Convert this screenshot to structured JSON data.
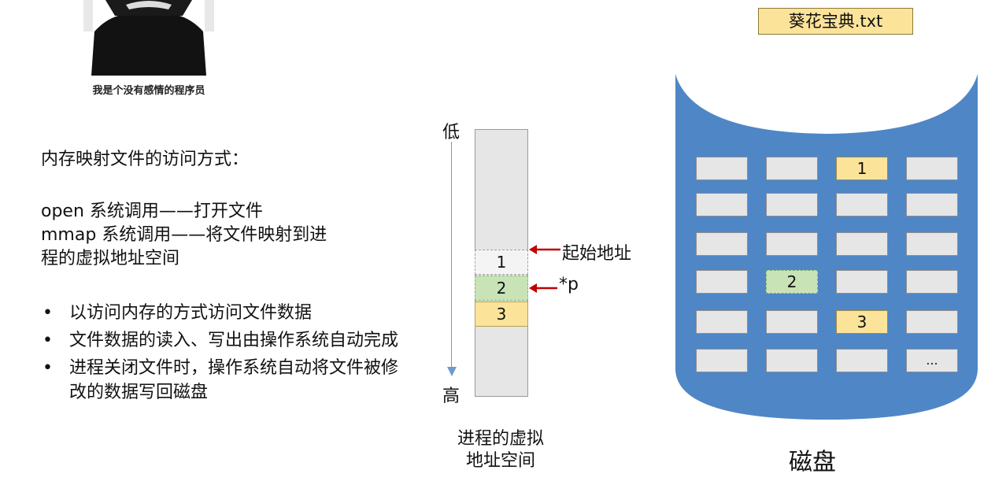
{
  "meme": {
    "caption": "我是个没有感情的程序员"
  },
  "left": {
    "heading": "内存映射文件的访问方式：",
    "lines": [
      "open 系统调用——打开文件",
      "mmap 系统调用——将文件映射到进",
      "程的虚拟地址空间"
    ],
    "bullets": [
      "以访问内存的方式访问文件数据",
      "文件数据的读入、写出由操作系统自动完成",
      "进程关闭文件时，操作系统自动将文件被修改的数据写回磁盘"
    ]
  },
  "virtual_space": {
    "low": "低",
    "high": "高",
    "blocks": [
      "1",
      "2",
      "3"
    ],
    "start_label": "起始地址",
    "pointer_label": "*p",
    "title_lines": [
      "进程的虚拟",
      "地址空间"
    ]
  },
  "disk": {
    "file_name": "葵花宝典.txt",
    "label": "磁盘",
    "cell_1": "1",
    "cell_2": "2",
    "cell_3": "3",
    "cell_more": "...",
    "colors": {
      "body": "#4f86c6",
      "yellow": "#fbe39a",
      "green": "#c8e3b6",
      "gray": "#e6e6e6"
    }
  },
  "colors": {
    "arrow": "#c00000",
    "axis": "#6b9bd2"
  }
}
